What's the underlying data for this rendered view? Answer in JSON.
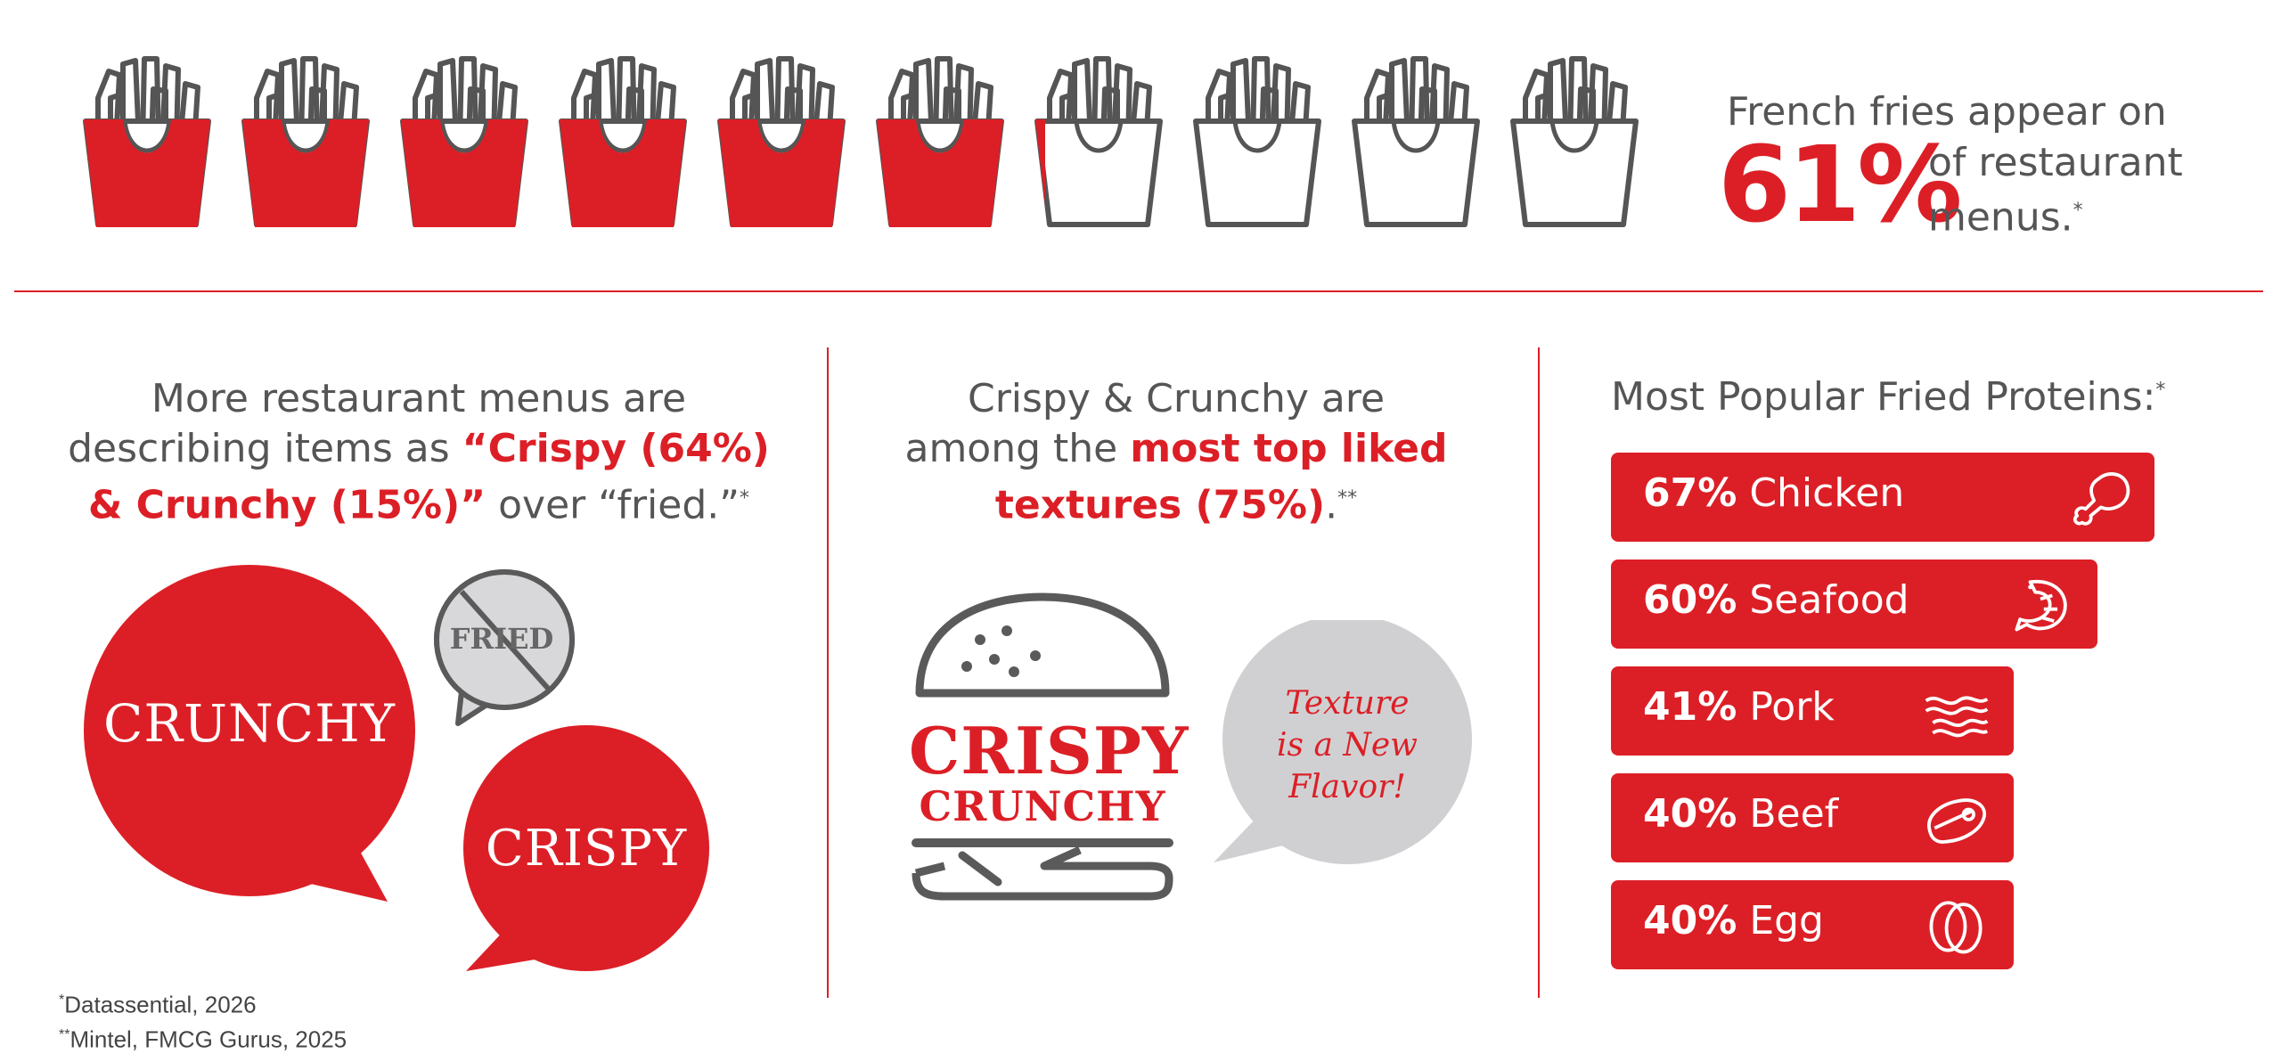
{
  "colors": {
    "red": "#dc1f26",
    "gray": "#555555",
    "light_gray": "#d0d0d2"
  },
  "fries": {
    "total_boxes": 10,
    "filled_boxes": 6,
    "partial_box_fill": 0.1,
    "icon": "french-fries-icon"
  },
  "headline": {
    "line1": "French fries appear on",
    "percent": "61%",
    "rest_line1": "of restaurant",
    "rest_line2": "menus.",
    "marker": "*"
  },
  "col1": {
    "line1": "More restaurant menus are",
    "line2_plain": "describing items as ",
    "line2_red": "“Crispy (64%)",
    "line3_red": "& Crunchy (15%)”",
    "line3_plain": " over “fried.”",
    "marker": "*",
    "bubble_crunchy": "CRUNCHY",
    "bubble_crispy": "CRISPY",
    "bubble_fried": "FRIED"
  },
  "col2": {
    "line1": "Crispy & Crunchy are",
    "line2_plain": "among the ",
    "line2_red": "most top liked",
    "line3_red": "textures (75%)",
    "line3_plain": ".",
    "marker": "**",
    "burger_line1": "CRISPY",
    "burger_line2": "CRUNCHY",
    "bubble_line1": "Texture",
    "bubble_line2": "is a New",
    "bubble_line3": "Flavor!"
  },
  "col3": {
    "title": "Most Popular Fried Proteins:",
    "marker": "*",
    "items": [
      {
        "pct": "67%",
        "name": "Chicken",
        "value": 67,
        "icon": "chicken-leg-icon"
      },
      {
        "pct": "60%",
        "name": "Seafood",
        "value": 60,
        "icon": "shrimp-icon"
      },
      {
        "pct": "41%",
        "name": "Pork",
        "value": 41,
        "icon": "bacon-icon"
      },
      {
        "pct": "40%",
        "name": "Beef",
        "value": 40,
        "icon": "steak-icon"
      },
      {
        "pct": "40%",
        "name": "Egg",
        "value": 40,
        "icon": "egg-icon"
      }
    ]
  },
  "footnotes": {
    "note1_marker": "*",
    "note1": "Datassential, 2026",
    "note2_marker": "**",
    "note2": "Mintel, FMCG Gurus, 2025"
  }
}
